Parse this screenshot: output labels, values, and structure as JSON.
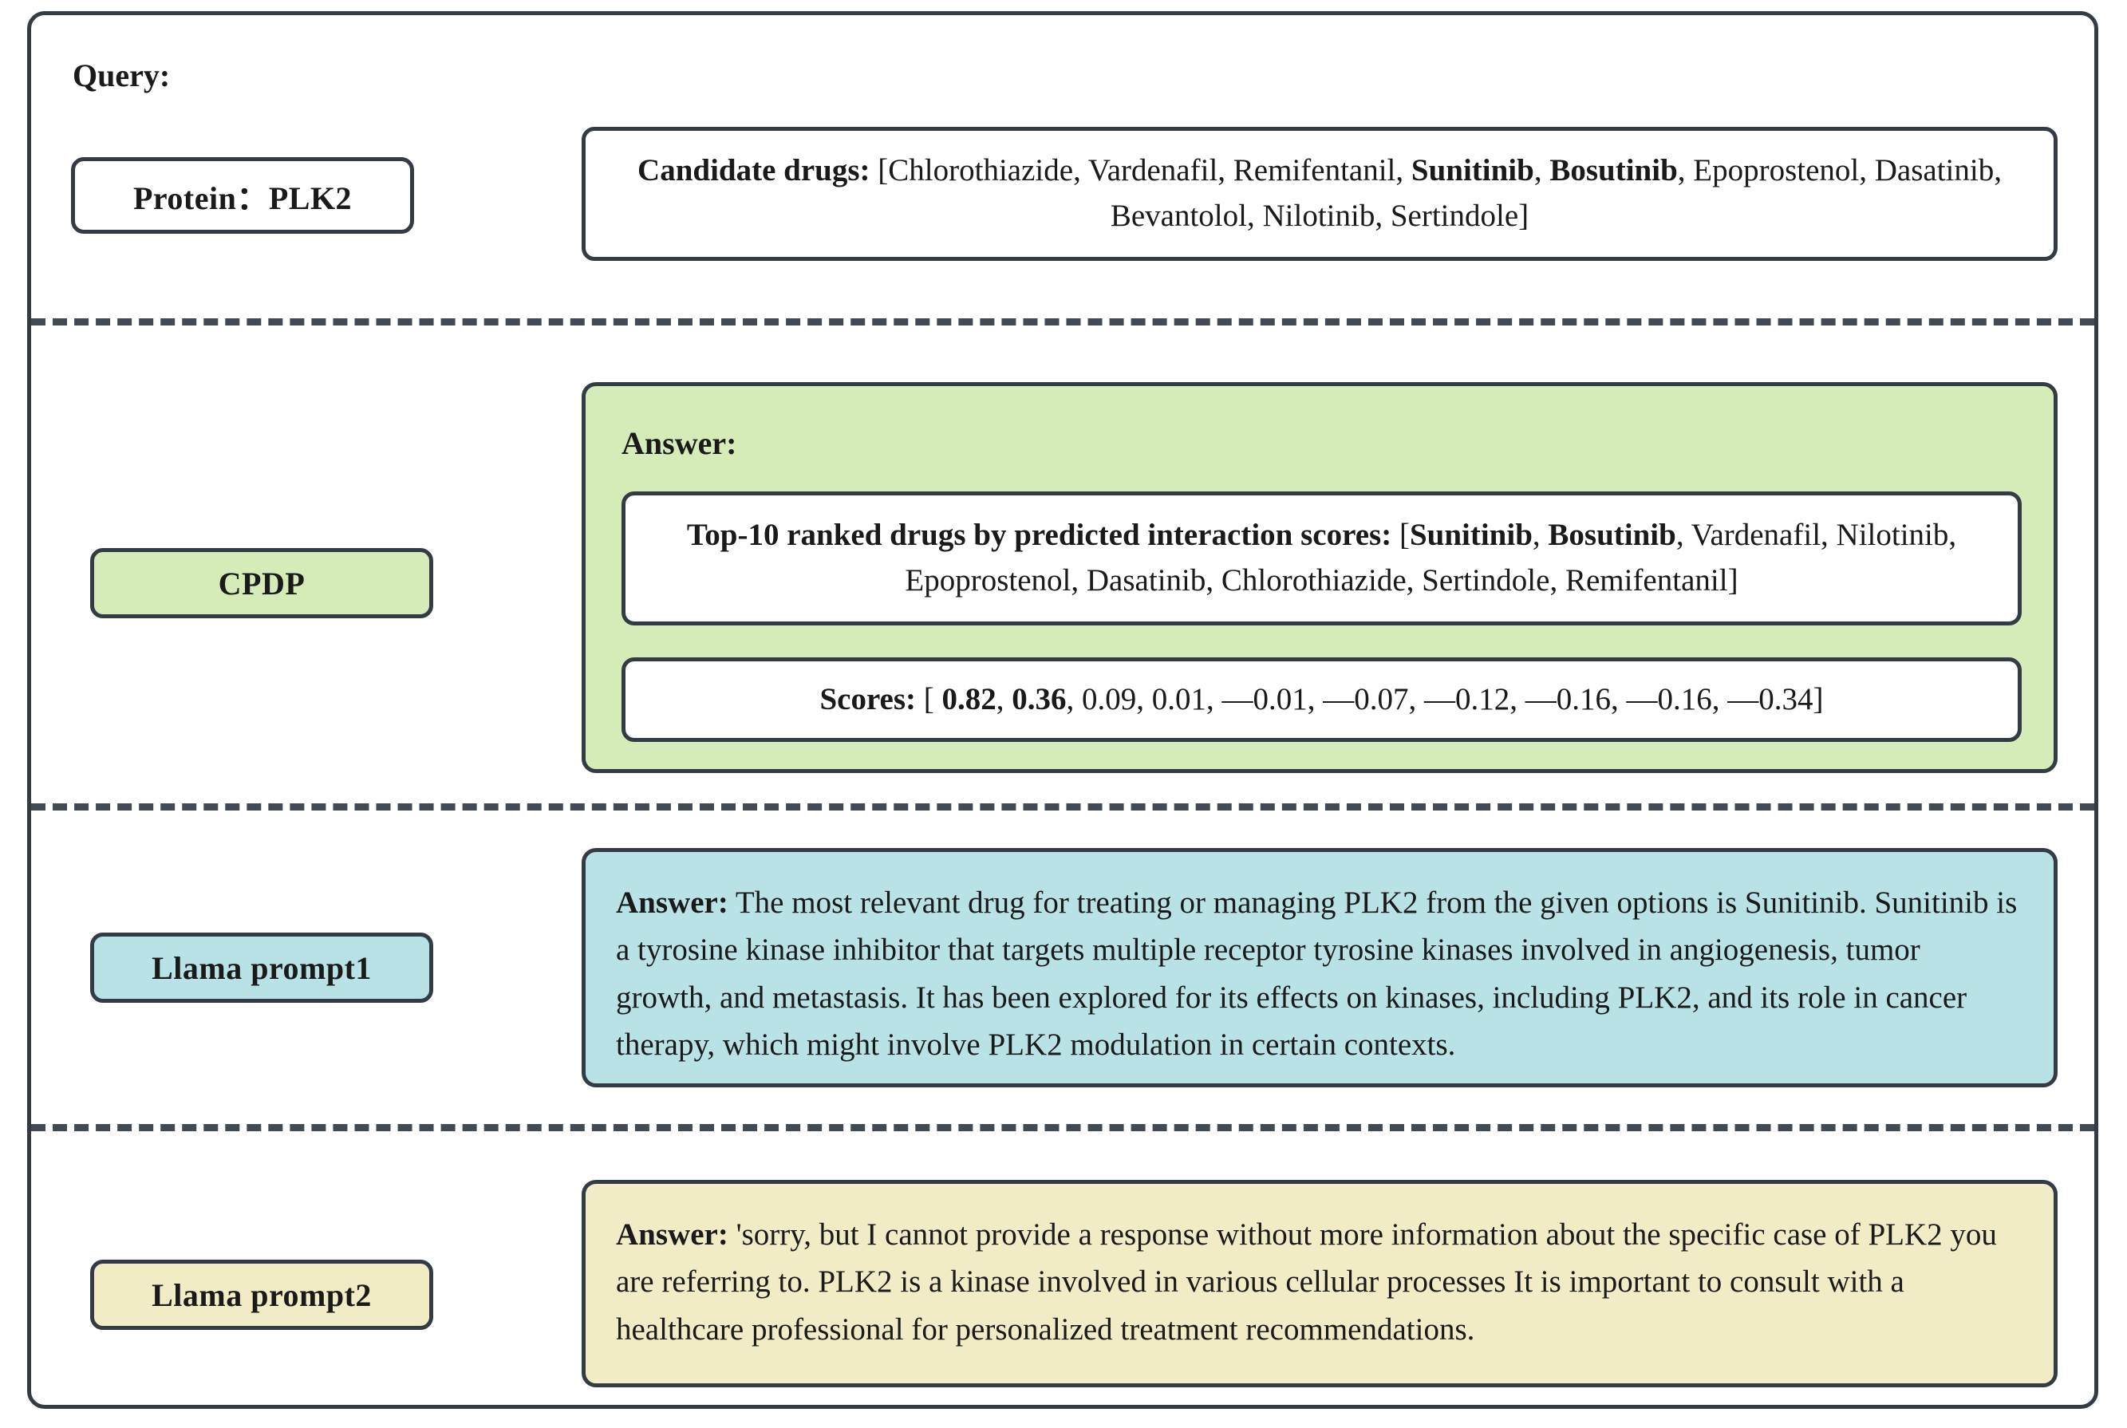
{
  "colors": {
    "border": "#333b45",
    "cpdp_bg": "#d5ecb8",
    "llama1_bg": "#b9e2e6",
    "llama2_bg": "#f2ecc6",
    "page_bg": "#ffffff"
  },
  "query": {
    "label": "Query:",
    "protein_text": "Protein：PLK2",
    "candidates_label": "Candidate drugs:",
    "candidates_text": "Candidate drugs: [Chlorothiazide, Vardenafil, Remifentanil, Sunitinib, Bosutinib, Epoprostenol, Dasatinib, Bevantolol, Nilotinib, Sertindole]",
    "candidates_list": [
      "Chlorothiazide",
      "Vardenafil",
      "Remifentanil",
      "Sunitinib",
      "Bosutinib",
      "Epoprostenol",
      "Dasatinib",
      "Bevantolol",
      "Nilotinib",
      "Sertindole"
    ],
    "candidates_bold": [
      "Sunitinib",
      "Bosutinib"
    ]
  },
  "cpdp": {
    "tag_label": "CPDP",
    "answer_label": "Answer:",
    "ranked_label": "Top-10 ranked drugs by predicted interaction scores:",
    "ranked_text": "Top-10 ranked drugs by predicted interaction scores: [Sunitinib, Bosutinib, Vardenafil, Nilotinib, Epoprostenol, Dasatinib, Chlorothiazide, Sertindole, Remifentanil]",
    "ranked_list": [
      "Sunitinib",
      "Bosutinib",
      "Vardenafil",
      "Nilotinib",
      "Epoprostenol",
      "Dasatinib",
      "Chlorothiazide",
      "Sertindole",
      "Remifentanil"
    ],
    "ranked_bold": [
      "Sunitinib",
      "Bosutinib"
    ],
    "scores_label": "Scores:",
    "scores_text": "Scores: [ 0.82, 0.36, 0.09, 0.01, —0.01, —0.07, —0.12, —0.16, —0.16, —0.34]",
    "scores_values": [
      "0.82",
      "0.36",
      "0.09",
      "0.01",
      "—0.01",
      "—0.07",
      "—0.12",
      "—0.16",
      "—0.16",
      "—0.34"
    ],
    "scores_bold": [
      "0.82",
      "0.36"
    ]
  },
  "llama1": {
    "tag_label": "Llama prompt1",
    "answer_label": "Answer:",
    "answer_text": "The most relevant drug for treating or managing PLK2 from the given options is Sunitinib. Sunitinib is a tyrosine kinase inhibitor that targets multiple receptor tyrosine kinases involved in angiogenesis, tumor growth, and metastasis. It has been explored for its effects on kinases, including PLK2, and its role in cancer therapy, which might involve PLK2 modulation in certain contexts."
  },
  "llama2": {
    "tag_label": "Llama prompt2",
    "answer_label": "Answer:",
    "answer_text": "'sorry, but I cannot provide a response without more information about the specific case of PLK2 you are referring to. PLK2 is a kinase involved in various cellular processes It is important to consult with a healthcare professional for personalized treatment recommendations."
  }
}
